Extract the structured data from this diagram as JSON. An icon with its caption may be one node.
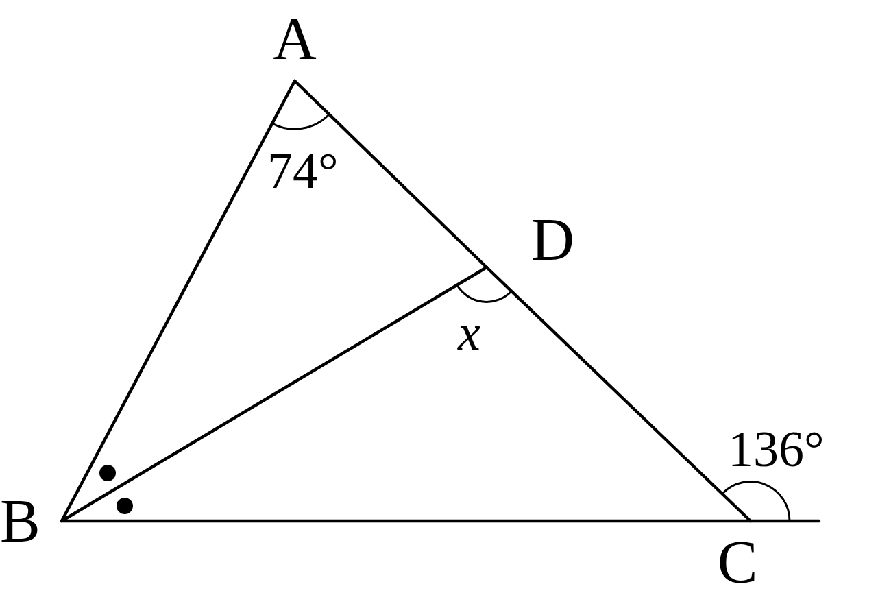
{
  "diagram": {
    "nodes": [
      {
        "text": [
          "A"
        ]
      },
      {
        "text": [
          "D"
        ]
      },
      {
        "text": [
          "B"
        ]
      },
      {
        "text": [
          "C"
        ]
      }
    ],
    "edges": [
      {
        "from": 0,
        "to": 2,
        "arrow": "none"
      },
      {
        "from": 0,
        "to": 1,
        "arrow": "none"
      },
      {
        "from": 1,
        "to": 3,
        "arrow": "none"
      },
      {
        "from": 2,
        "to": 1,
        "arrow": "none"
      },
      {
        "from": 2,
        "to": 3,
        "arrow": "none"
      },
      {
        "from": 3,
        "to": null,
        "arrow": "none"
      }
    ],
    "labels": [
      "74°",
      "x",
      "136°"
    ]
  }
}
